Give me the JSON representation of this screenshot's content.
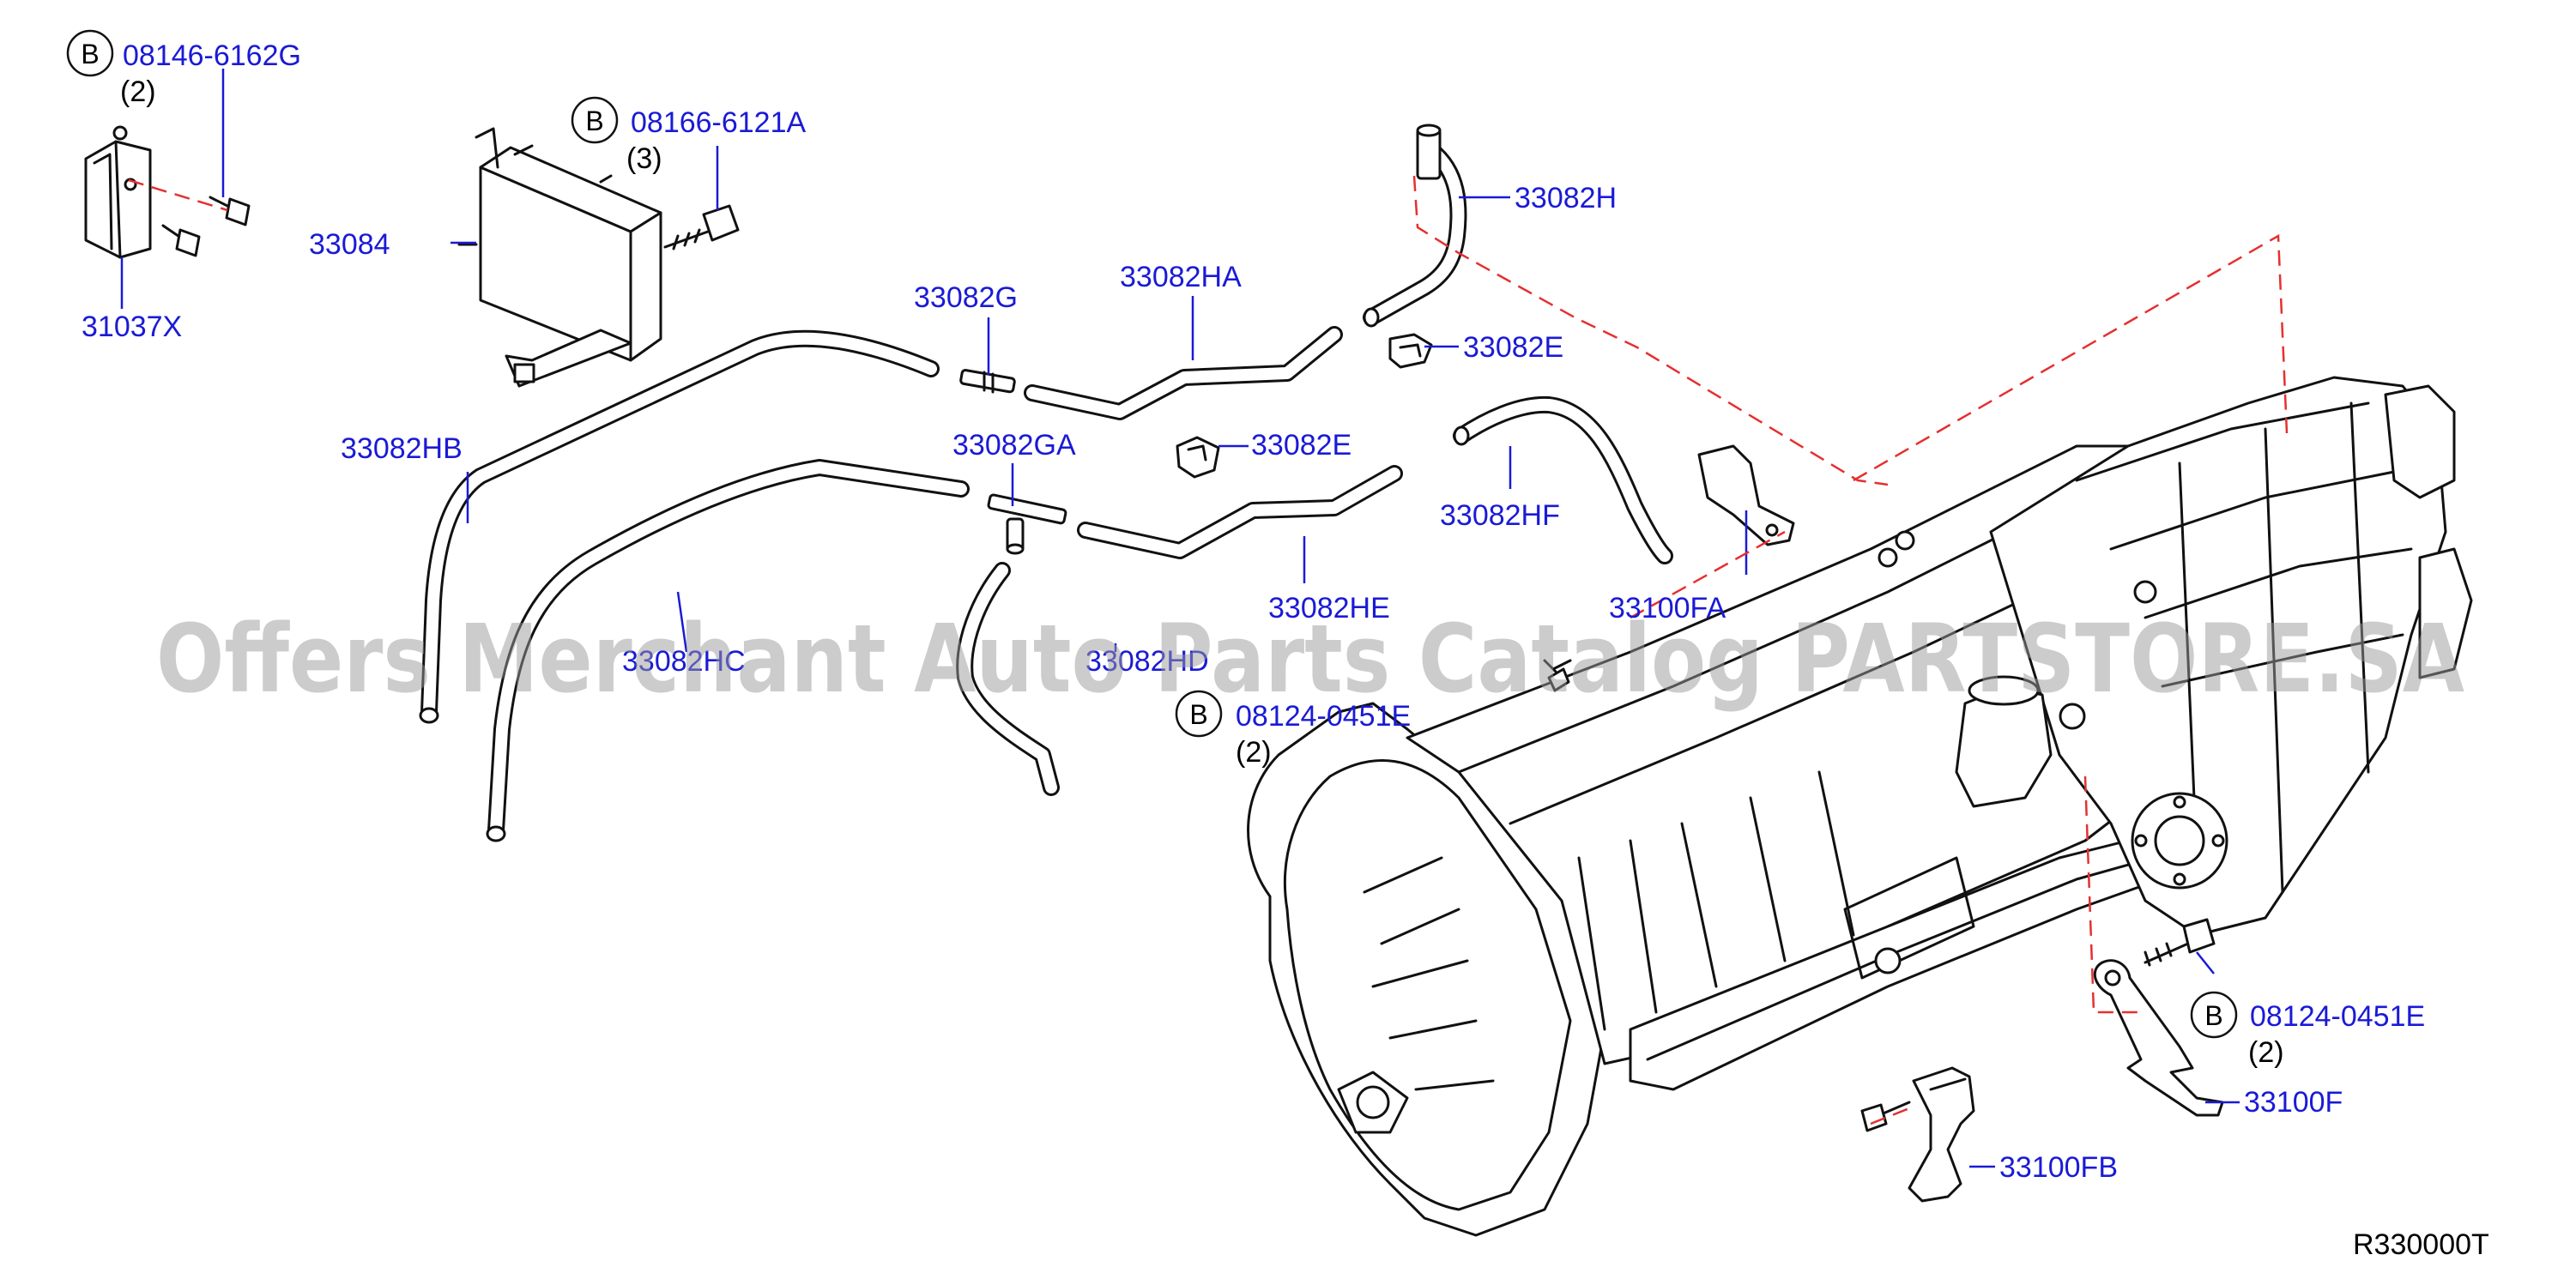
{
  "labels": {
    "bolt_b1_pn": "08146-6162G",
    "bolt_b1_qty": "(2)",
    "bolt_b2_pn": "08166-6121A",
    "bolt_b2_qty": "(3)",
    "bolt_b3_pn": "08124-0451E",
    "bolt_b3_qty": "(2)",
    "bolt_b4_pn": "08124-0451E",
    "bolt_b4_qty": "(2)",
    "badge_letter": "B",
    "p33084": "33084",
    "p31037x": "31037X",
    "p33082h": "33082H",
    "p33082ha": "33082HA",
    "p33082g": "33082G",
    "p33082e_top": "33082E",
    "p33082e_mid": "33082E",
    "p33082hb": "33082HB",
    "p33082ga": "33082GA",
    "p33082hf": "33082HF",
    "p33082he": "33082HE",
    "p33100fa": "33100FA",
    "p33100f": "33100F",
    "p33100fb": "33100FB",
    "p_hidden_left": "33082HC",
    "p_hidden_mid": "33082HD"
  },
  "watermark": "Offers Merchant Auto Parts Catalog PARTSTORE.SA",
  "diagram_ref": "R330000T",
  "colors": {
    "part_number": "#1a1ad6",
    "leader_dash": "#e53030",
    "linework": "#111111"
  }
}
